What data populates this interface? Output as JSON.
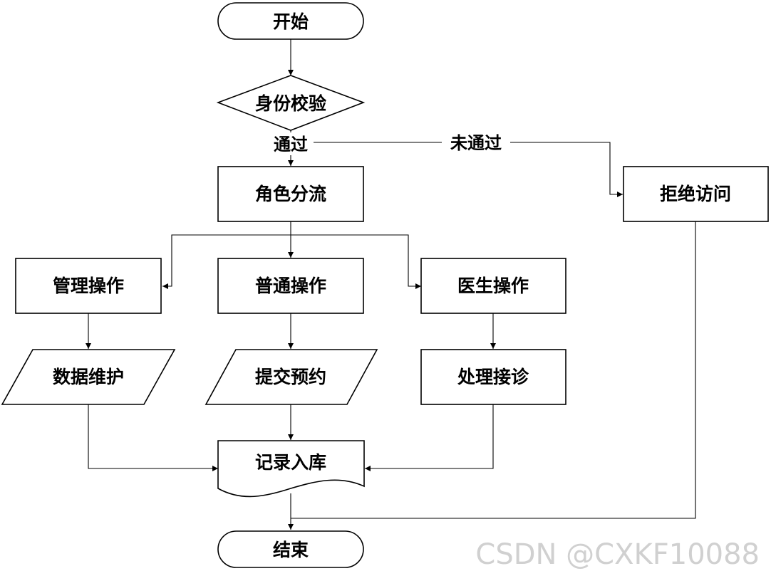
{
  "nodes": {
    "start": "开始",
    "verify": "身份校验",
    "role_split": "角色分流",
    "deny": "拒绝访问",
    "admin_op": "管理操作",
    "normal_op": "普通操作",
    "doctor_op": "医生操作",
    "data_maint": "数据维护",
    "submit_booking": "提交预约",
    "handle_visit": "处理接诊",
    "record_store": "记录入库",
    "end": "结束"
  },
  "edges": {
    "pass": "通过",
    "fail": "未通过"
  },
  "watermark": "CSDN @CXKF10088"
}
